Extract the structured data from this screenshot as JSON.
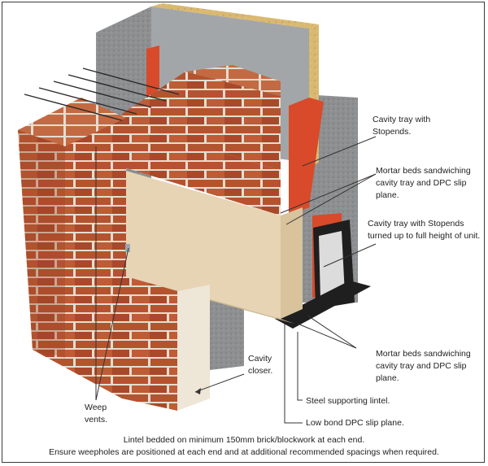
{
  "labels": {
    "cavity_tray_stopends": "Cavity tray with\nStopends.",
    "mortar_beds_top": "Mortar beds sandwiching\ncavity tray and DPC slip plane.",
    "cavity_tray_full_height": "Cavity tray with Stopends\nturned up to full height of unit.",
    "mortar_beds_bottom": "Mortar beds sandwiching\ncavity tray and DPC slip plane.",
    "cavity_closer": "Cavity\ncloser.",
    "steel_lintel": "Steel supporting lintel.",
    "weep_vents": "Weep\nvents.",
    "low_bond_dpc": "Low bond DPC slip plane."
  },
  "caption": {
    "line1": "Lintel bedded on minimum 150mm brick/blockwork at each end.",
    "line2": "Ensure weepholes are positioned at each end and at additional recommended spacings when required."
  },
  "colors": {
    "brick": "#b5532f",
    "mortar": "#e4ddd0",
    "block": "#8d8f91",
    "insulation_face": "#d9b870",
    "cavity_tray": "#d94a2a",
    "lintel_face": "#e7d4b4",
    "steel": "#1f1f1f",
    "leader": "#333333"
  }
}
